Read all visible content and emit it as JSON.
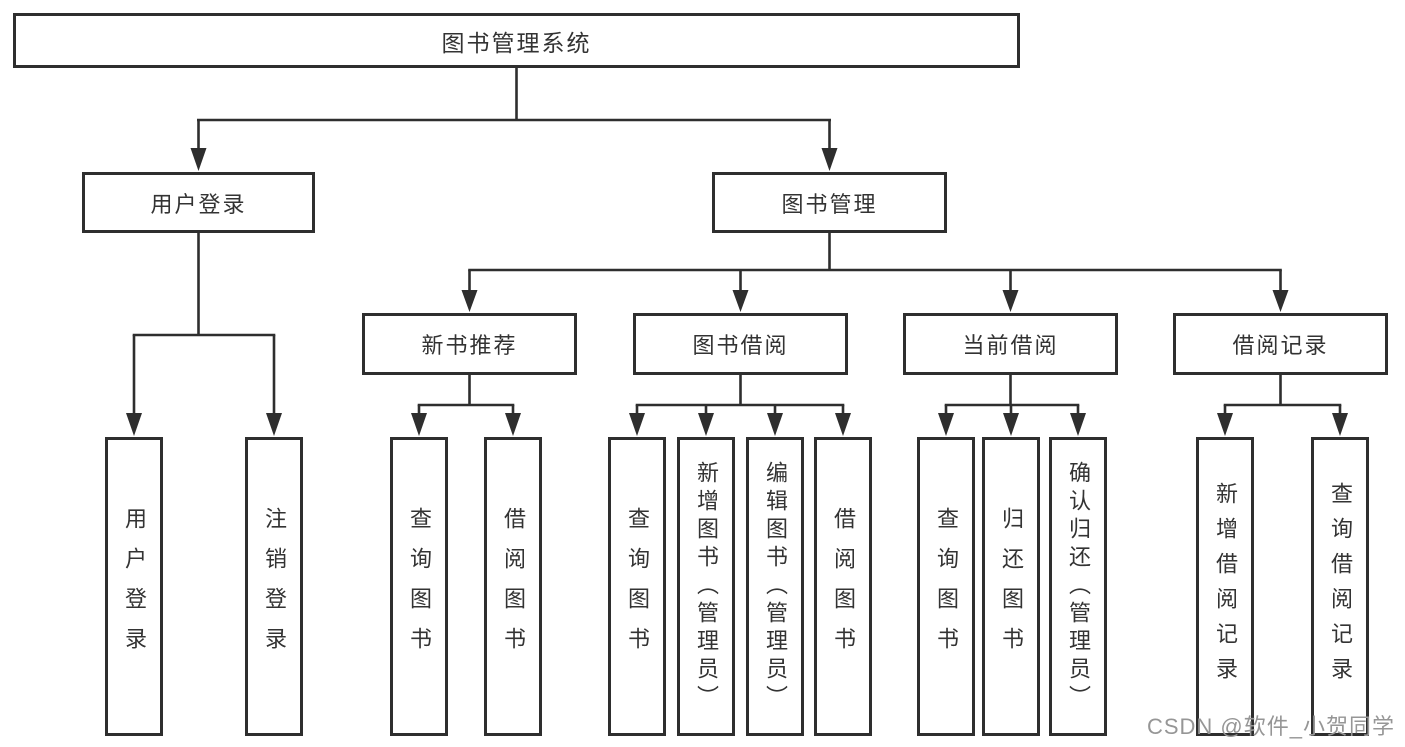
{
  "diagram": {
    "type": "hierarchy-tree",
    "root": {
      "label": "图书管理系统",
      "children": [
        {
          "label": "用户登录",
          "children": [
            {
              "label": "用户登录"
            },
            {
              "label": "注销登录"
            }
          ]
        },
        {
          "label": "图书管理",
          "children": [
            {
              "label": "新书推荐",
              "children": [
                {
                  "label": "查询图书"
                },
                {
                  "label": "借阅图书"
                }
              ]
            },
            {
              "label": "图书借阅",
              "children": [
                {
                  "label": "查询图书"
                },
                {
                  "label": "新增图书（管理员）"
                },
                {
                  "label": "编辑图书（管理员）"
                },
                {
                  "label": "借阅图书"
                }
              ]
            },
            {
              "label": "当前借阅",
              "children": [
                {
                  "label": "查询图书"
                },
                {
                  "label": "归还图书"
                },
                {
                  "label": "确认归还（管理员）"
                }
              ]
            },
            {
              "label": "借阅记录",
              "children": [
                {
                  "label": "新增借阅记录"
                },
                {
                  "label": "查询借阅记录"
                }
              ]
            }
          ]
        }
      ]
    }
  },
  "watermark": {
    "text": "CSDN @软件_小贺同学"
  },
  "colors": {
    "line": "#2e2e2e",
    "text": "#333333",
    "background": "#ffffff",
    "watermark": "#969696"
  }
}
